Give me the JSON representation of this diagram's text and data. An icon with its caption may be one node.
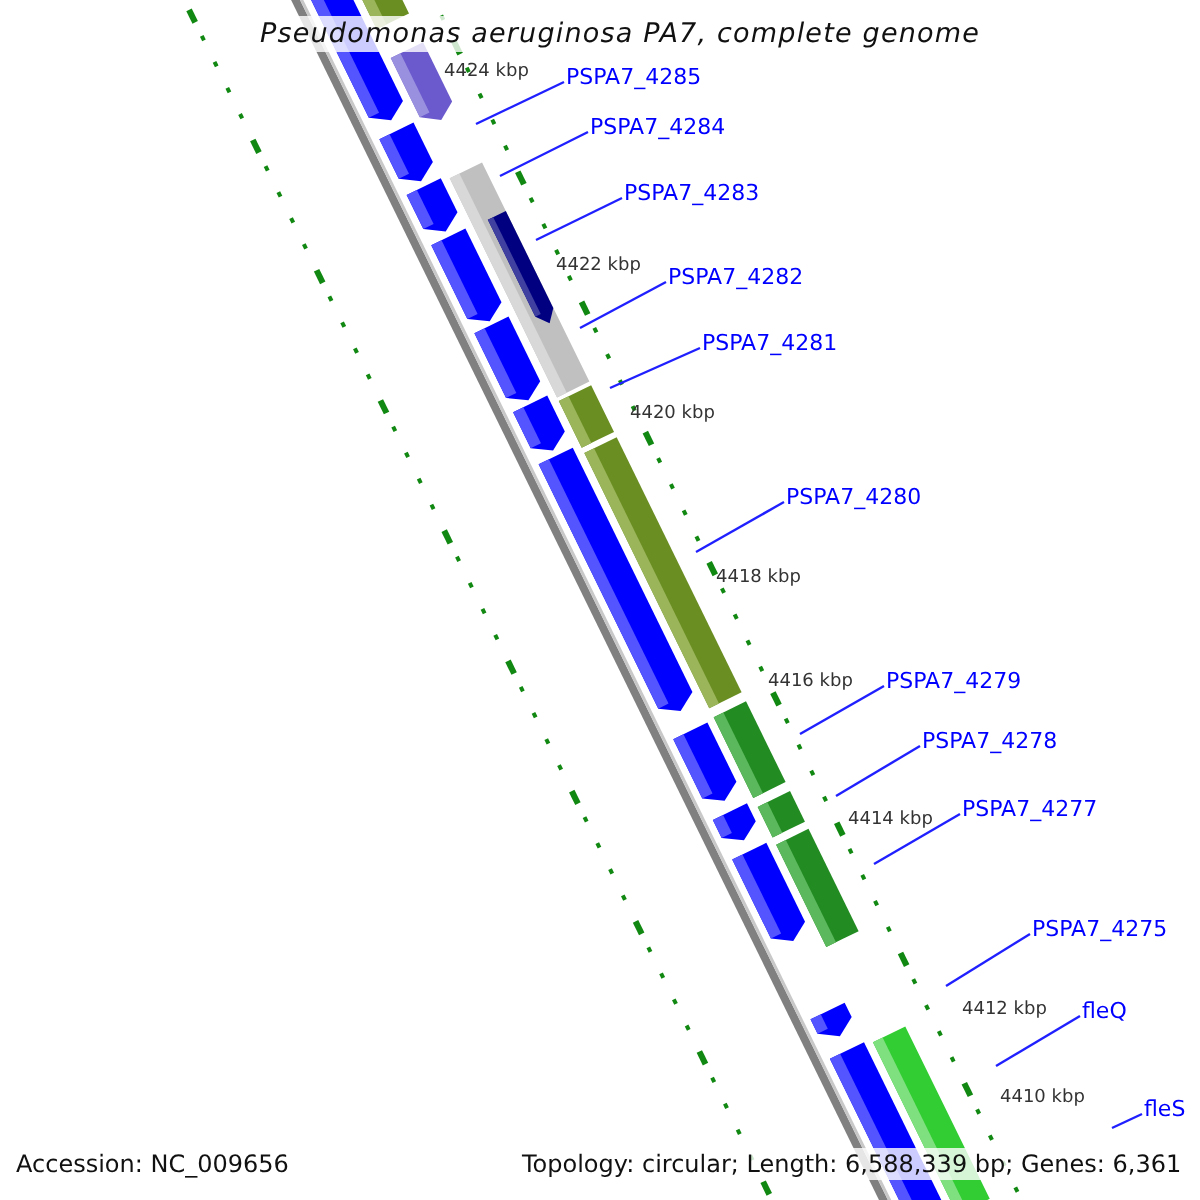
{
  "diagram": {
    "title": "Pseudomonas aeruginosa PA7, complete genome",
    "nodes": [
      {
        "text": [
          "PSPA7_4285"
        ]
      },
      {
        "text": [
          "PSPA7_4284"
        ]
      },
      {
        "text": [
          "PSPA7_4283"
        ]
      },
      {
        "text": [
          "PSPA7_4282"
        ]
      },
      {
        "text": [
          "PSPA7_4281"
        ]
      },
      {
        "text": [
          "PSPA7_4280"
        ]
      },
      {
        "text": [
          "PSPA7_4279"
        ]
      },
      {
        "text": [
          "PSPA7_4278"
        ]
      },
      {
        "text": [
          "PSPA7_4277"
        ]
      },
      {
        "text": [
          "PSPA7_4275"
        ]
      },
      {
        "text": [
          "fleQ"
        ]
      },
      {
        "text": [
          "fleS"
        ]
      }
    ],
    "edges": [
      {
        "from": 0,
        "to": null,
        "arrow": "none"
      },
      {
        "from": 1,
        "to": null,
        "arrow": "none"
      },
      {
        "from": 2,
        "to": null,
        "arrow": "none"
      },
      {
        "from": 3,
        "to": null,
        "arrow": "none"
      },
      {
        "from": 4,
        "to": null,
        "arrow": "none"
      },
      {
        "from": 5,
        "to": null,
        "arrow": "none"
      },
      {
        "from": 6,
        "to": null,
        "arrow": "none"
      },
      {
        "from": 7,
        "to": null,
        "arrow": "none"
      },
      {
        "from": 8,
        "to": null,
        "arrow": "none"
      },
      {
        "from": 9,
        "to": null,
        "arrow": "none"
      },
      {
        "from": 10,
        "to": null,
        "arrow": "none"
      },
      {
        "from": 11,
        "to": null,
        "arrow": "none"
      }
    ],
    "labels": [
      "4424 kbp",
      "4422 kbp",
      "4420 kbp",
      "4418 kbp",
      "4416 kbp",
      "4414 kbp",
      "4412 kbp",
      "4410 kbp",
      "Accession: NC_009656",
      "Topology: circular; Length: 6,588,339 bp; Genes: 6,361"
    ]
  }
}
